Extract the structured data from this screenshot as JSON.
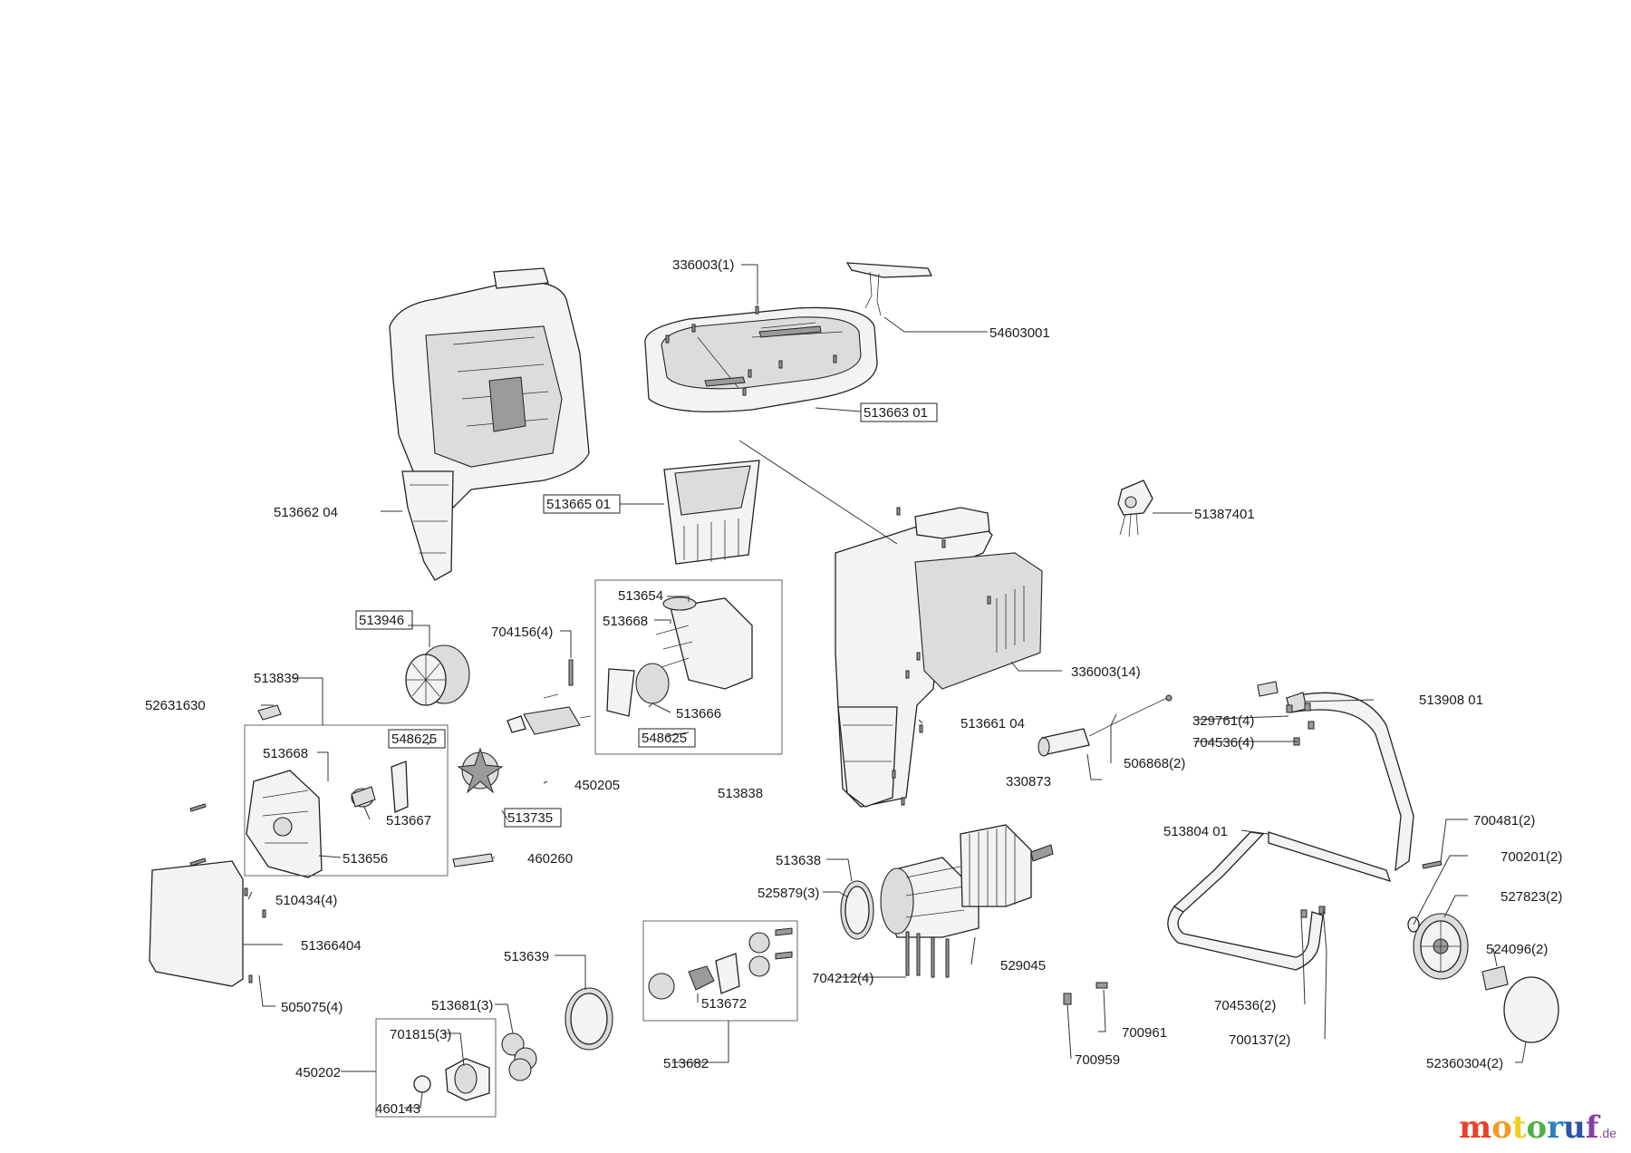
{
  "labels": {
    "p336003_1": "336003(1)",
    "p54603001": "54603001",
    "p51366301": "513663 01",
    "p51366204": "513662 04",
    "p51366501": "513665 01",
    "p51387401": "51387401",
    "p513654": "513654",
    "p513668a": "513668",
    "p704156": "704156(4)",
    "p513946": "513946",
    "p336003_14": "336003(14)",
    "p513839": "513839",
    "p52631630": "52631630",
    "p548625a": "548625",
    "p513666": "513666",
    "p548625b": "548625",
    "p51366104": "513661 04",
    "p51390801": "513908 01",
    "p329761": "329761(4)",
    "p704536a": "704536(4)",
    "p506868": "506868(2)",
    "p330873": "330873",
    "p513668b": "513668",
    "p450205": "450205",
    "p513838": "513838",
    "p513667": "513667",
    "p513735": "513735",
    "p513656": "513656",
    "p460260": "460260",
    "p51380401": "513804 01",
    "p700481": "700481(2)",
    "p700201": "700201(2)",
    "p513638": "513638",
    "p525879": "525879(3)",
    "p527823": "527823(2)",
    "p510434": "510434(4)",
    "p51366404": "51366404",
    "p513639": "513639",
    "p704212": "704212(4)",
    "p529045": "529045",
    "p524096": "524096(2)",
    "p505075": "505075(4)",
    "p513681": "513681(3)",
    "p513672": "513672",
    "p704536b": "704536(2)",
    "p701815": "701815(3)",
    "p700961": "700961",
    "p700137": "700137(2)",
    "p450202": "450202",
    "p513682": "513682",
    "p700959": "700959",
    "p52360304": "52360304(2)",
    "p460143": "460143"
  },
  "watermark": {
    "letters": [
      "m",
      "o",
      "t",
      "o",
      "r",
      "u",
      "f"
    ],
    "colors": [
      "#e8412c",
      "#f39a1e",
      "#f2cf1d",
      "#4fb04a",
      "#2b7fc3",
      "#2b53a8",
      "#8a3fa0"
    ],
    "suffix": ".de"
  }
}
